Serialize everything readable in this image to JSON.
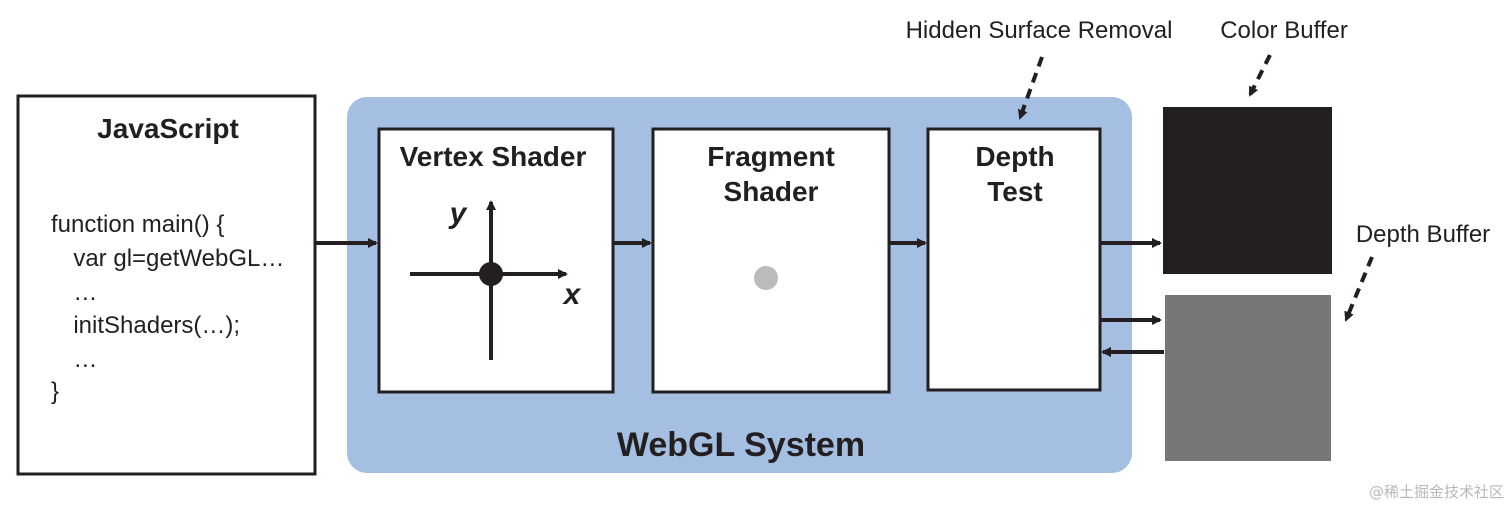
{
  "javascript_box": {
    "title": "JavaScript",
    "code_lines": [
      "function main() {",
      "  var gl=getWebGL…",
      "  …",
      "  initShaders(…);",
      "  …",
      "}"
    ]
  },
  "webgl_system": {
    "label": "WebGL System",
    "vertex_shader": {
      "title": "Vertex Shader",
      "axis_x": "x",
      "axis_y": "y"
    },
    "fragment_shader": {
      "title_line1": "Fragment",
      "title_line2": "Shader"
    },
    "depth_test": {
      "title_line1": "Depth",
      "title_line2": "Test"
    }
  },
  "buffers": {
    "color_buffer_label": "Color Buffer",
    "depth_buffer_label": "Depth Buffer"
  },
  "annotations": {
    "hidden_surface_removal": "Hidden Surface Removal"
  },
  "watermark": "@稀土掘金技术社区",
  "colors": {
    "webgl_panel": "#a4bfe2",
    "color_buffer": "#231f20",
    "depth_buffer": "#777777",
    "fragment_point": "#bbbbbb",
    "stroke": "#231f20"
  }
}
